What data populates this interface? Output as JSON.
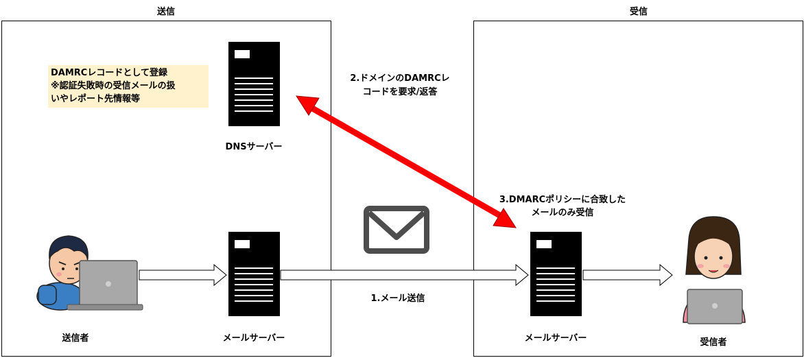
{
  "zones": {
    "send": {
      "title": "送信"
    },
    "receive": {
      "title": "受信"
    }
  },
  "note": {
    "lines": [
      "DAMRCレコードとして登録",
      "※認証失敗時の受信メールの扱",
      "いやレポート先情報等"
    ]
  },
  "nodes": {
    "dns_server": "DNSサーバー",
    "sender_mail_server": "メールサーバー",
    "receiver_mail_server": "メールサーバー",
    "sender": "送信者",
    "receiver": "受信者"
  },
  "edges": {
    "send_mail": "1.メール送信",
    "dns_query": [
      "2.ドメインのDAMRCレ",
      "コードを要求/返答"
    ],
    "policy_receive": [
      "3.DMARCポリシーに合致した",
      "メールのみ受信"
    ]
  },
  "colors": {
    "dns_arrow": "#ff0000",
    "note_bg": "#fff2cc",
    "server": "#000000",
    "envelope": "#4d4d4d"
  }
}
